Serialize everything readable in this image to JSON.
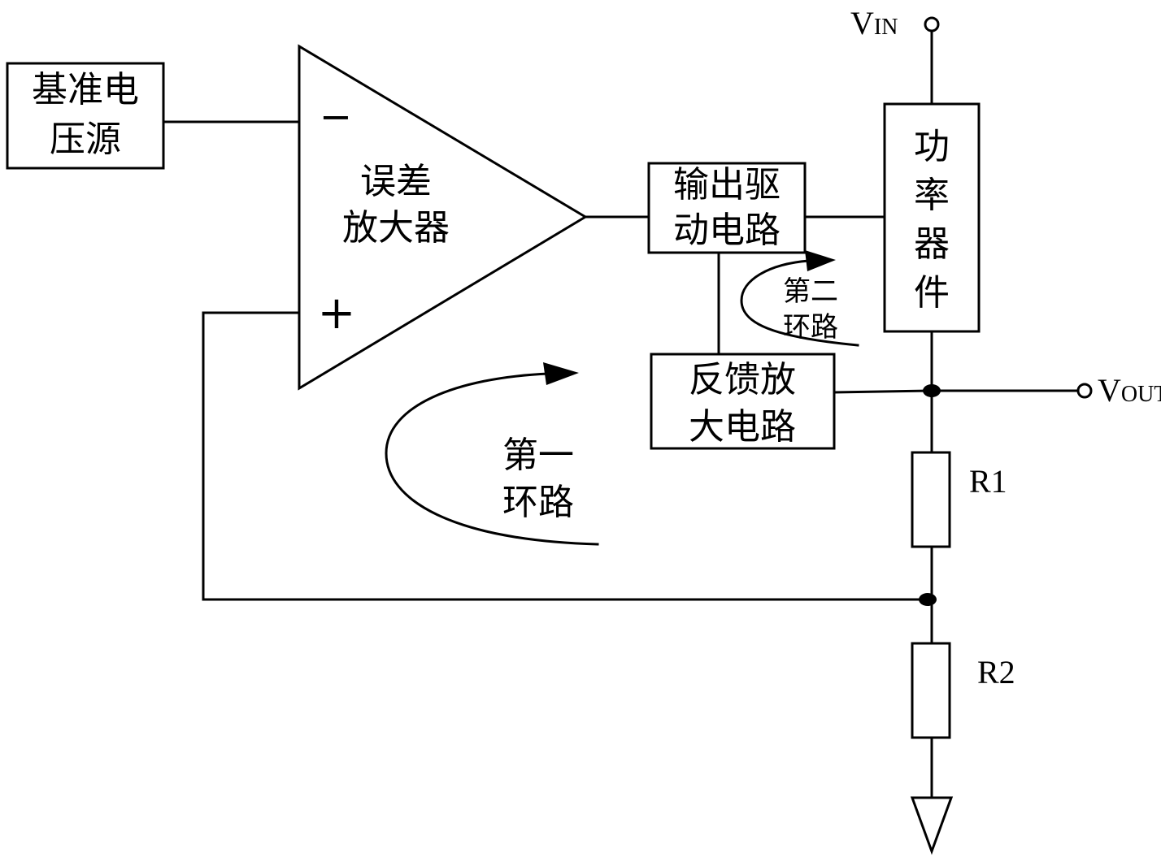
{
  "blocks": {
    "reference": [
      "基准电",
      "压源"
    ],
    "error_amp": [
      "误差",
      "放大器"
    ],
    "output_driver": [
      "输出驱",
      "动电路"
    ],
    "power_device": [
      "功",
      "率",
      "器",
      "件"
    ],
    "feedback_amp": [
      "反馈放",
      "大电路"
    ]
  },
  "amp_inputs": {
    "minus": "−",
    "plus": "+"
  },
  "loops": {
    "first": [
      "第一",
      "环路"
    ],
    "second": [
      "第二",
      "环路"
    ]
  },
  "terminals": {
    "vin": {
      "main": "V",
      "sub": "IN"
    },
    "vout": {
      "main": "V",
      "sub": "OUT"
    }
  },
  "resistors": {
    "r1": "R1",
    "r2": "R2"
  }
}
